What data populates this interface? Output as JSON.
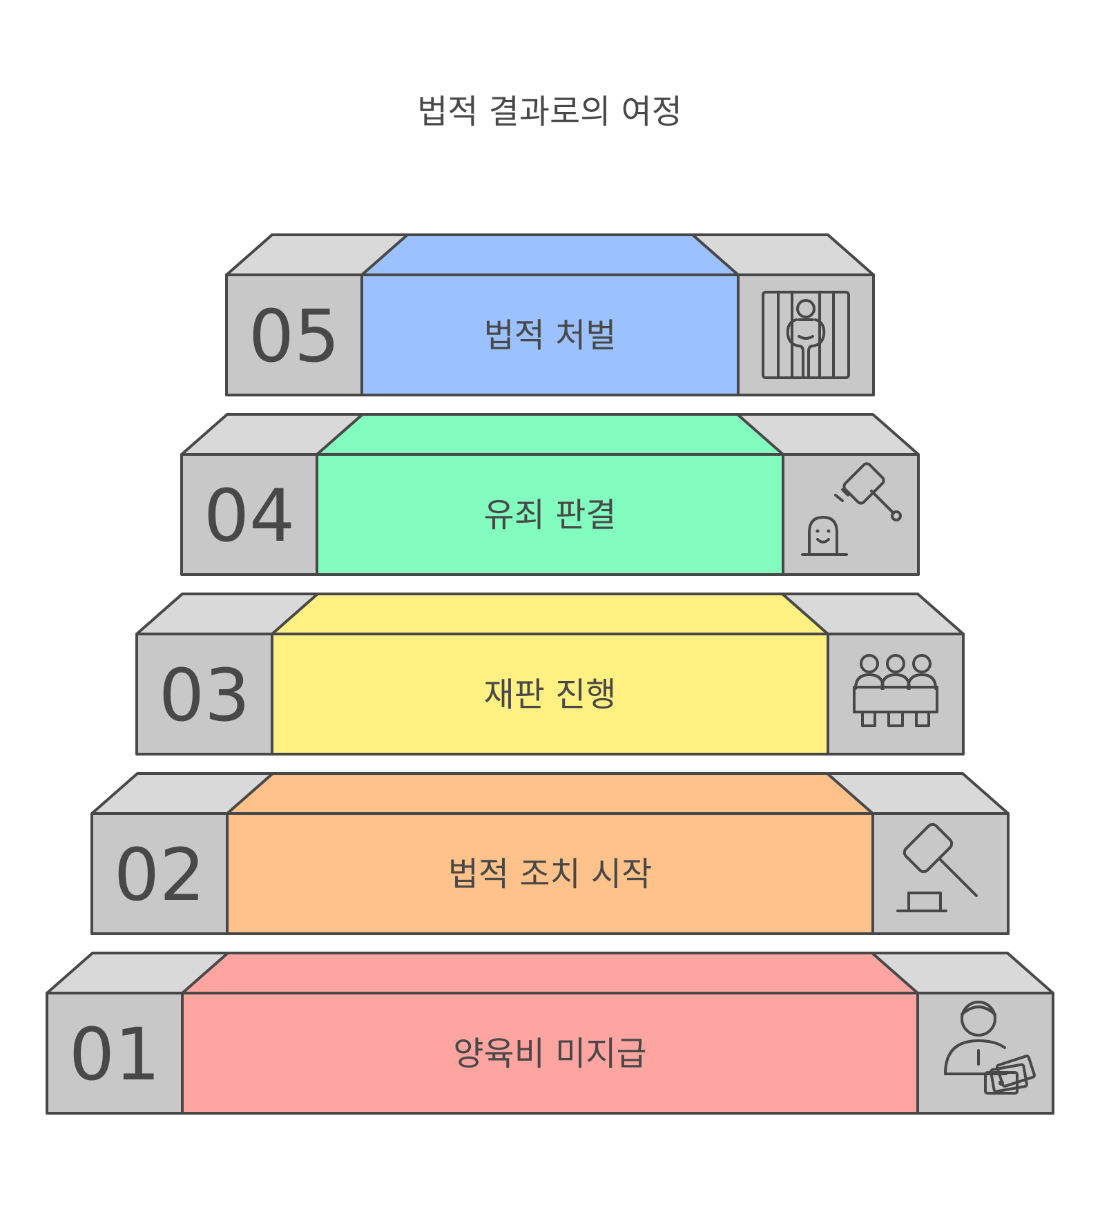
{
  "title": "법적 결과로의 여정",
  "steps": [
    {
      "number": "01",
      "label": "양육비 미지급",
      "color": "#fea5a1",
      "icon": "person-money-icon"
    },
    {
      "number": "02",
      "label": "법적 조치 시작",
      "color": "#fec28a",
      "icon": "gavel-icon"
    },
    {
      "number": "03",
      "label": "재판 진행",
      "color": "#fef181",
      "icon": "jury-panel-icon"
    },
    {
      "number": "04",
      "label": "유죄 판결",
      "color": "#83fcc0",
      "icon": "gavel-strike-icon"
    },
    {
      "number": "05",
      "label": "법적 처벌",
      "color": "#9bc2fe",
      "icon": "prisoner-icon"
    }
  ],
  "colors": {
    "side_block": "#c8c8c8",
    "side_top": "#d9d9d9",
    "stroke": "#484848"
  }
}
